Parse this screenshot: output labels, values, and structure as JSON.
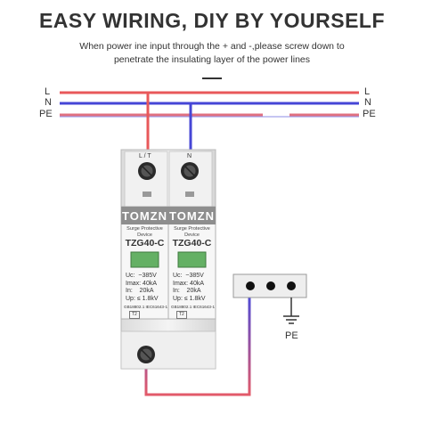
{
  "title": "EASY WIRING, DIY BY YOURSELF",
  "subtitle_line1": "When power ine input through the + and -,please screw down to",
  "subtitle_line2": "penetrate the insulating layer of the power lines",
  "lines": {
    "left": [
      "L",
      "N",
      "PE"
    ],
    "right": [
      "L",
      "N",
      "PE"
    ],
    "ground_label": "PE"
  },
  "colors": {
    "L": "#e8585a",
    "N": "#4646d6",
    "PE": "#a34fc4"
  },
  "device": {
    "terminal_top_left": "L / T",
    "terminal_top_right": "N",
    "modules": [
      {
        "brand": "TOMZN",
        "description": "Surge Protective Device",
        "model": "TZG40-C",
        "specs": "Uc:  ~385V\nImax: 40kA\nIn:    20kA\nUp: ≤ 1.8kV",
        "standard": "GB18802.1  IEC61643-1",
        "class": "T2"
      },
      {
        "brand": "TOMZN",
        "description": "Surge Protective Device",
        "model": "TZG40-C",
        "specs": "Uc:  ~385V\nImax: 40kA\nIn:    20kA\nUp: ≤ 1.8kV",
        "standard": "GB18802.1  IEC61643-1",
        "class": "T2"
      }
    ]
  }
}
